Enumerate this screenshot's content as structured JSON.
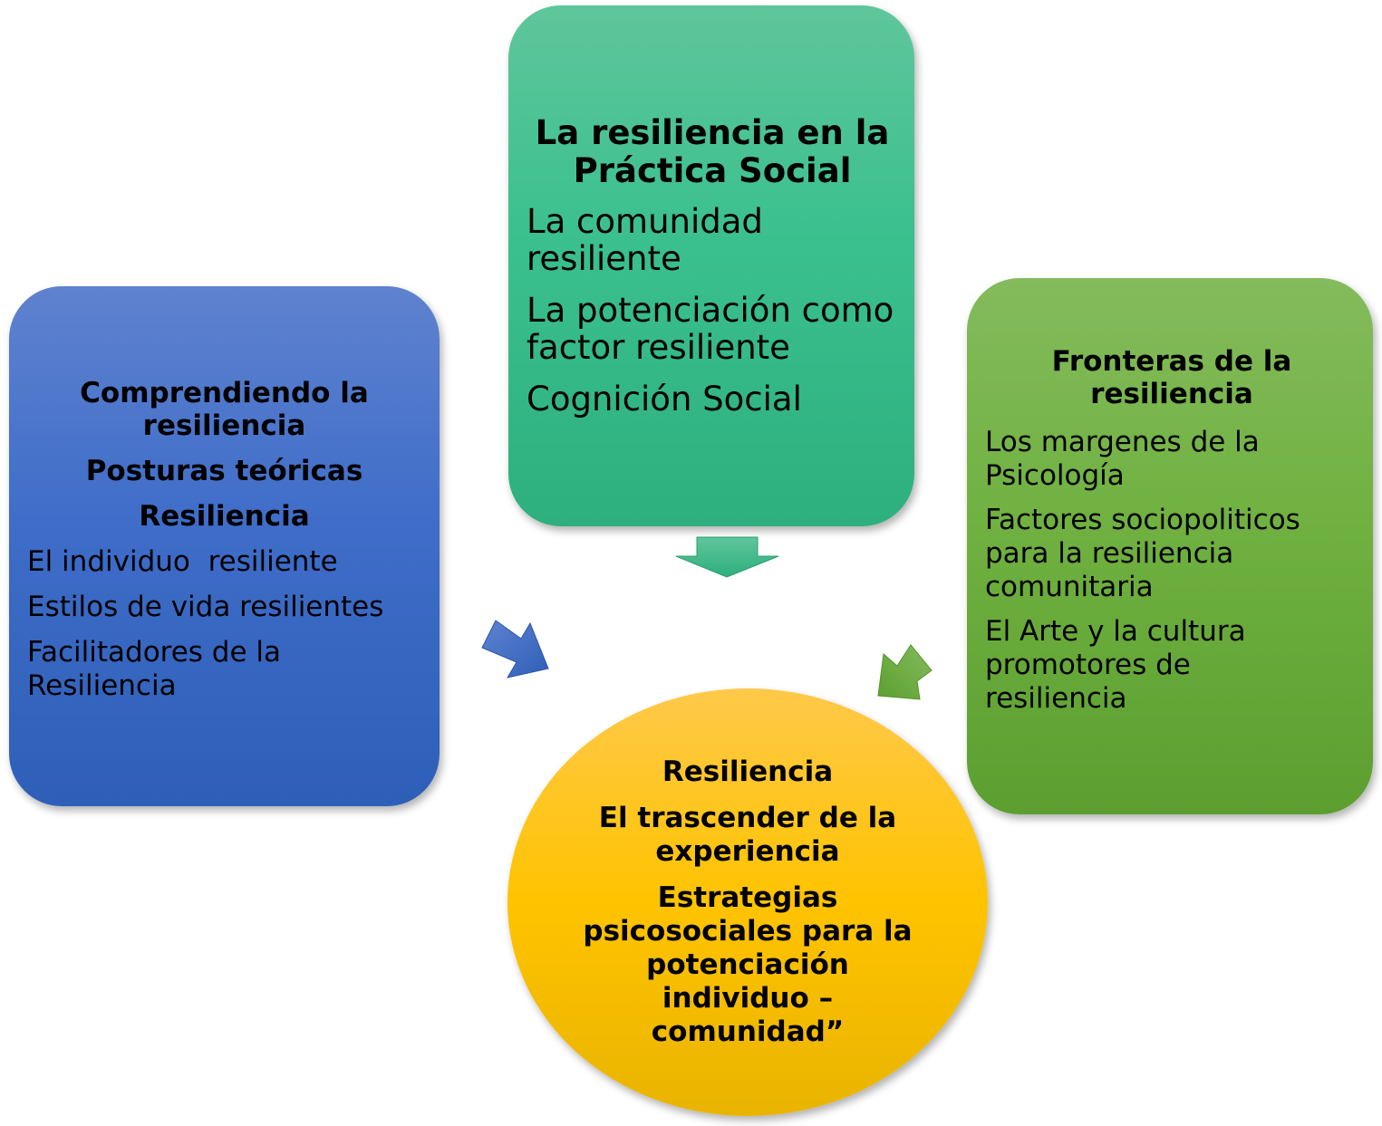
{
  "nodes": {
    "left": {
      "headings": [
        "Comprendiendo la resiliencia",
        "Posturas teóricas",
        "Resiliencia"
      ],
      "items": [
        "El individuo  resiliente",
        "Estilos de vida resilientes",
        "Facilitadores de la Resiliencia"
      ],
      "color": "#3f6dc9"
    },
    "top": {
      "heading": "La resiliencia en la Práctica Social",
      "items": [
        "La comunidad resiliente",
        "La potenciación como factor resiliente",
        "Cognición Social"
      ],
      "color": "#3ac08e"
    },
    "right": {
      "heading": "Fronteras de la resiliencia",
      "items": [
        "Los margenes de la Psicología",
        "Factores sociopoliticos para la resiliencia comunitaria",
        "El Arte y la cultura promotores de resiliencia"
      ],
      "color": "#70b141"
    },
    "center": {
      "headings": [
        "Resiliencia",
        "El trascender de la experiencia",
        "Estrategias psicosociales para la potenciación individuo – comunidad”"
      ],
      "color": "#ffc300"
    }
  }
}
